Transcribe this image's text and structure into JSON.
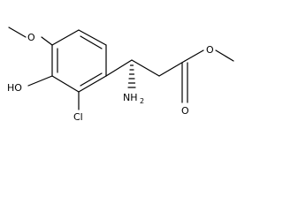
{
  "molecule": {
    "atoms": {
      "methoxy_o": "O",
      "hydroxyl": "HO",
      "chlorine": "Cl",
      "amine_main": "NH",
      "amine_sub": "2",
      "ester_o_single": "O",
      "ester_o_double": "O"
    },
    "stereo_bond": "hashed-wedge"
  }
}
